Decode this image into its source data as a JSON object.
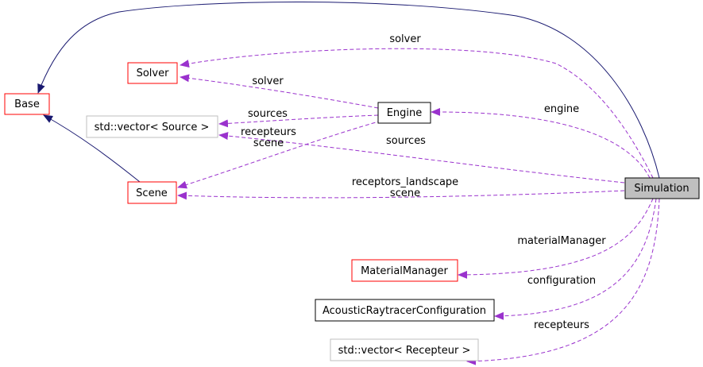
{
  "colors": {
    "inherit_edge": "#191970",
    "usage_edge": "#9a32cd",
    "documented_border": "#ff0000",
    "undocumented_border": "#bfbfbf",
    "plain_border": "#000000",
    "highlight_fill": "#bfbfbf",
    "background": "#ffffff"
  },
  "nodes": {
    "base": {
      "label": "Base",
      "style": "documented"
    },
    "solver": {
      "label": "Solver",
      "style": "documented"
    },
    "vector_source": {
      "label": "std::vector< Source >",
      "style": "undocumented"
    },
    "scene": {
      "label": "Scene",
      "style": "documented"
    },
    "engine": {
      "label": "Engine",
      "style": "plain"
    },
    "simulation": {
      "label": "Simulation",
      "style": "highlight"
    },
    "material_manager": {
      "label": "MaterialManager",
      "style": "documented"
    },
    "acoustic_config": {
      "label": "AcousticRaytracerConfiguration",
      "style": "plain"
    },
    "vector_recepteur": {
      "label": "std::vector< Recepteur >",
      "style": "undocumented"
    }
  },
  "edges": {
    "base_simulation": {
      "kind": "inherit"
    },
    "base_scene": {
      "kind": "inherit"
    },
    "solver_simulation": {
      "kind": "usage",
      "label": "solver"
    },
    "solver_engine": {
      "kind": "usage",
      "label": "solver"
    },
    "vsource_engine": {
      "kind": "usage",
      "label": "sources"
    },
    "vsource_simulation": {
      "kind": "usage",
      "label": "sources"
    },
    "scene_engine": {
      "kind": "usage",
      "label": "recepteurs\nscene"
    },
    "scene_simulation": {
      "kind": "usage",
      "label": "receptors_landscape\nscene"
    },
    "engine_simulation": {
      "kind": "usage",
      "label": "engine"
    },
    "matmgr_simulation": {
      "kind": "usage",
      "label": "materialManager"
    },
    "config_simulation": {
      "kind": "usage",
      "label": "configuration"
    },
    "vrecep_simulation": {
      "kind": "usage",
      "label": "recepteurs"
    }
  }
}
